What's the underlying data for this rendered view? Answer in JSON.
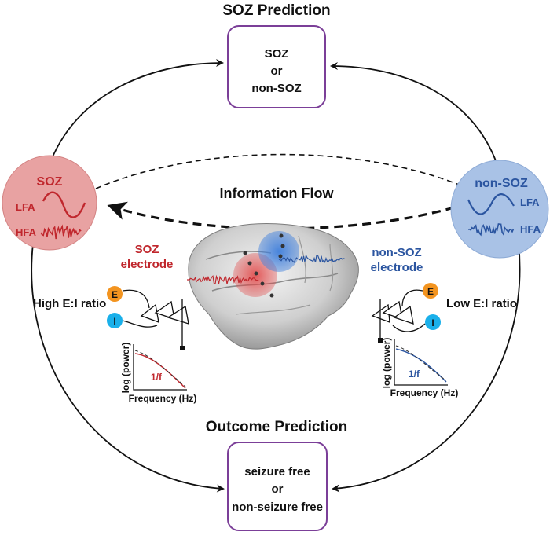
{
  "title_top": "SOZ Prediction",
  "title_bottom": "Outcome Prediction",
  "info_flow": "Information Flow",
  "top_box": {
    "line1": "SOZ",
    "line2": "or",
    "line3": "non-SOZ"
  },
  "bottom_box": {
    "line1": "seizure free",
    "line2": "or",
    "line3": "non-seizure free"
  },
  "soz_node": {
    "title": "SOZ",
    "lfa": "LFA",
    "hfa": "HFA"
  },
  "nonsoz_node": {
    "title": "non-SOZ",
    "lfa": "LFA",
    "hfa": "HFA"
  },
  "soz_electrode": {
    "line1": "SOZ",
    "line2": "electrode"
  },
  "nonsoz_electrode": {
    "line1": "non-SOZ",
    "line2": "electrode"
  },
  "left_circuit": {
    "ratio": "High E:I ratio",
    "e": "E",
    "i": "I"
  },
  "right_circuit": {
    "ratio": "Low E:I ratio",
    "e": "E",
    "i": "I"
  },
  "left_plot": {
    "ylabel": "log (power)",
    "xlabel": "Frequency (Hz)",
    "slope": "1/f"
  },
  "right_plot": {
    "ylabel": "log (power)",
    "xlabel": "Frequency (Hz)",
    "slope": "1/f"
  },
  "colors": {
    "soz_red": "#c0272d",
    "soz_fill": "#e8a2a2",
    "nonsoz_blue": "#2b55a0",
    "nonsoz_fill": "#a9c2e6",
    "box_border": "#7b3f98",
    "e_orange": "#f3941f",
    "i_cyan": "#1ab0ea"
  }
}
